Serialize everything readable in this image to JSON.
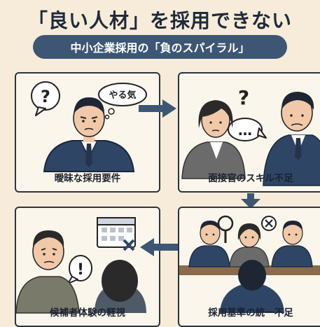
{
  "title": "「良い人材」を採用できない",
  "subtitle": "中小企業採用の「負のスパイラル」",
  "panels": [
    {
      "caption": "曖昧な採用要件",
      "bubble_left": "?",
      "bubble_right": "やる気"
    },
    {
      "caption": "面接官のスキル不足",
      "bubble_left": "?",
      "bubble_right": "…"
    },
    {
      "caption": "候補者体験の軽視",
      "bubble_left": "!"
    },
    {
      "caption": "採用基準の統一不足"
    }
  ],
  "colors": {
    "background": "#f6ecd9",
    "banner": "#3d5674",
    "arrow": "#3d5674",
    "suit": "#2e4566"
  }
}
